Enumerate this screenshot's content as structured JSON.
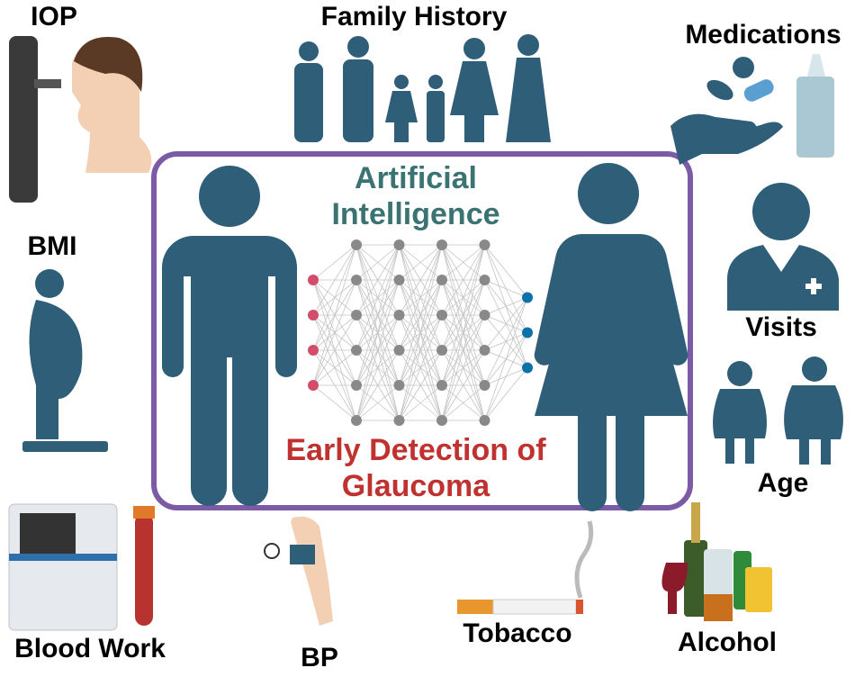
{
  "center": {
    "title_ai_line1": "Artificial",
    "title_ai_line2": "Intelligence",
    "title_goal_line1": "Early Detection of",
    "title_goal_line2": "Glaucoma"
  },
  "factors": {
    "iop": "IOP",
    "family_history": "Family History",
    "medications": "Medications",
    "bmi": "BMI",
    "visits": "Visits",
    "age": "Age",
    "blood_work": "Blood Work",
    "bp": "BP",
    "tobacco": "Tobacco",
    "alcohol": "Alcohol"
  },
  "colors": {
    "figure": "#2f5e78",
    "frame": "#7b5aa6",
    "ai_text": "#3b7373",
    "goal_text": "#c0322f",
    "input_node": "#d14d6b",
    "hidden_node": "#8a8888",
    "output_node": "#0a72a8"
  },
  "network": {
    "input_nodes": 4,
    "hidden_layers": 4,
    "hidden_nodes": 6,
    "output_nodes": 3
  }
}
